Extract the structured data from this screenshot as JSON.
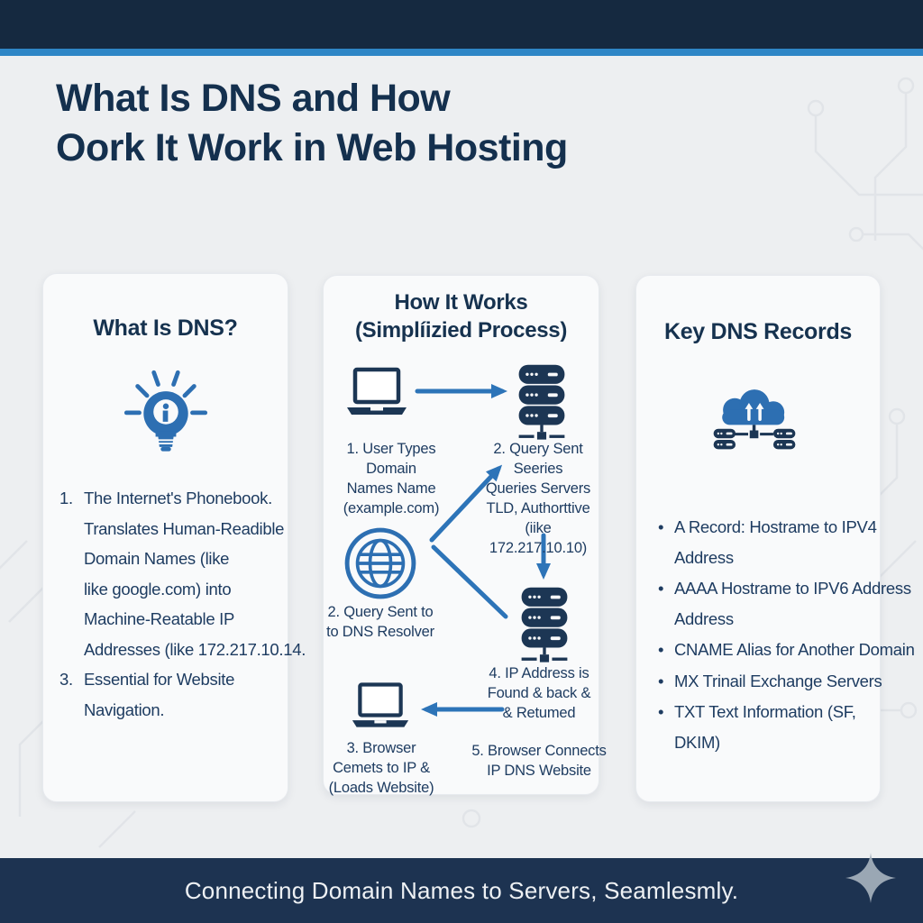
{
  "colors": {
    "top_band": "#152940",
    "accent_blue": "#2e86c6",
    "icon_blue": "#2d6fb2",
    "icon_navy": "#1c3654",
    "text_navy": "#1e3c61",
    "footer_bg": "#1d3351",
    "page_bg": "#edeff1"
  },
  "header": {
    "title": "What Is DNS and How\nOork It Work in Web Hosting"
  },
  "card_what": {
    "title": "What Is DNS?",
    "icon": "lightbulb-info-icon",
    "items": [
      {
        "marker": "1.",
        "text": "The Internet's Phonebook.\nTranslates Human-Readible\nDomain Names (like\nlike google.com) into\nMachine-Reatable IP\nAddresses (like 172.217.10.14."
      },
      {
        "marker": "3.",
        "text": "Essential for Website\nNavigation."
      }
    ]
  },
  "card_how": {
    "title": "How It Works\n(Simplíizied Process)",
    "step1": "1. User Types Domain\nNames Name\n(example.com)",
    "step2": "2. Query Sent\nSeeries\nQueries Servers\nTLD, Authorttive\n(iike 172.217.10.10)",
    "step2b": "2. Query Sent to\nto DNS Resolver",
    "step4": "4. IP Address is\nFound & back &\n& Retumed",
    "step3": "3. Browser\nCemets to IP &\n(Loads Website)",
    "step5": "5. Browser Connects\nIP DNS Website"
  },
  "card_records": {
    "title": "Key DNS Records",
    "icon": "cloud-dns-network-icon",
    "bullet": "•",
    "items": [
      "A Record: Hostrame to IPV4\nAddress",
      "AAAA Hostrame to IPV6 Address\nAddress",
      "CNAME Alias for Another Domain",
      "MX Trinail Exchange Servers",
      "TXT Text Information (SF,\nDKIM)"
    ]
  },
  "footer": {
    "tagline": "Connecting Domain Names to Servers, Seamlesmly."
  }
}
